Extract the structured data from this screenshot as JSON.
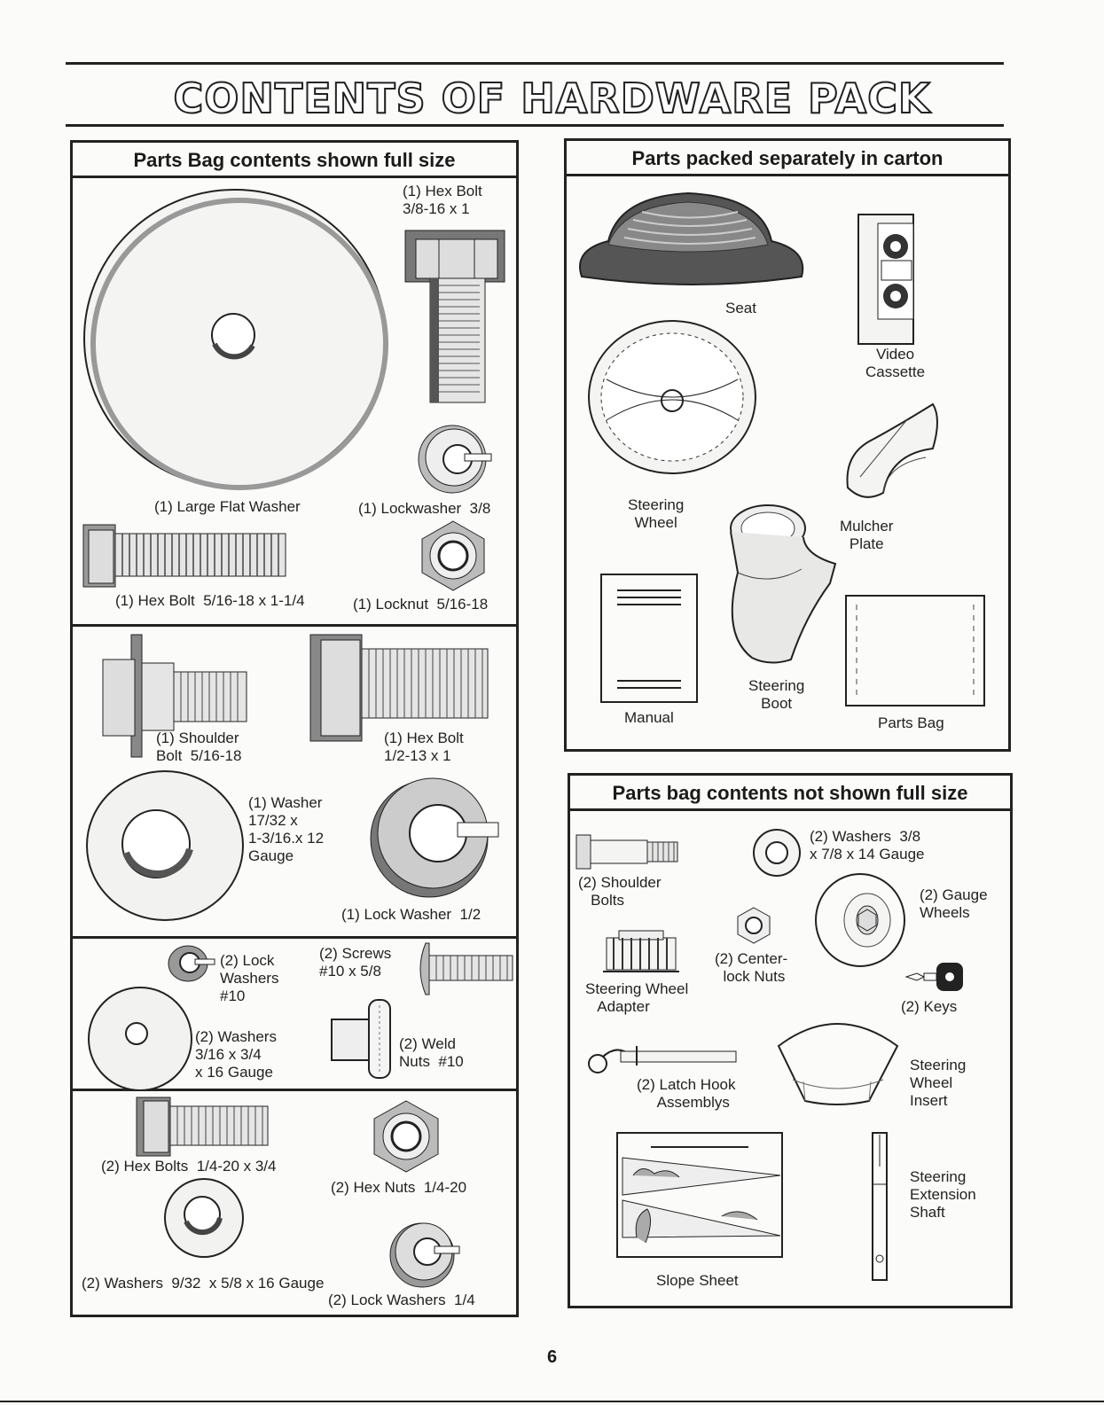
{
  "title": "CONTENTS OF HARDWARE PACK",
  "page_number": "6",
  "left_panel": {
    "heading": "Parts Bag contents shown full size",
    "labels": {
      "hex_bolt_38": "(1) Hex Bolt\n3/8-16 x 1",
      "large_flat_washer": "(1) Large Flat Washer",
      "lockwasher_38": "(1) Lockwasher  3/8",
      "hex_bolt_516": "(1) Hex Bolt  5/16-18 x 1-1/4",
      "locknut_516": "(1) Locknut  5/16-18",
      "shoulder_bolt": "(1) Shoulder\nBolt  5/16-18",
      "hex_bolt_12": "(1) Hex Bolt\n1/2-13 x 1",
      "washer_1732": "(1) Washer\n17/32 x\n1-3/16.x 12\nGauge",
      "lock_washer_12": "(1) Lock Washer  1/2",
      "lock_washers_10": "(2) Lock\nWashers\n#10",
      "screws_10": "(2) Screws\n#10 x 5/8",
      "washers_316": "(2) Washers\n3/16 x 3/4\nx 16 Gauge",
      "weld_nuts": "(2) Weld\nNuts  #10",
      "hex_bolts_14": "(2) Hex Bolts  1/4-20 x 3/4",
      "hex_nuts_14": "(2) Hex Nuts  1/4-20",
      "washers_932": "(2) Washers  9/32  x 5/8 x 16 Gauge",
      "lock_washers_14": "(2) Lock Washers  1/4"
    }
  },
  "carton_panel": {
    "heading": "Parts packed separately in carton",
    "labels": {
      "seat": "Seat",
      "video_cassette": "Video\nCassette",
      "steering_wheel": "Steering\nWheel",
      "mulcher_plate": "Mulcher\nPlate",
      "manual": "Manual",
      "steering_boot": "Steering\nBoot",
      "parts_bag": "Parts Bag"
    }
  },
  "not_full_panel": {
    "heading": "Parts bag contents not shown full size",
    "labels": {
      "washers_38": "(2) Washers  3/8\nx 7/8 x 14 Gauge",
      "shoulder_bolts": "(2) Shoulder\n   Bolts",
      "gauge_wheels": "(2) Gauge\nWheels",
      "center_lock_nuts": "(2) Center-\n  lock Nuts",
      "sw_adapter": "Steering Wheel\n   Adapter",
      "keys": "(2) Keys",
      "latch_hook": "(2) Latch Hook\n     Assemblys",
      "sw_insert": "Steering\nWheel\nInsert",
      "ext_shaft": "Steering\nExtension\nShaft",
      "slope_sheet": "Slope Sheet"
    }
  }
}
